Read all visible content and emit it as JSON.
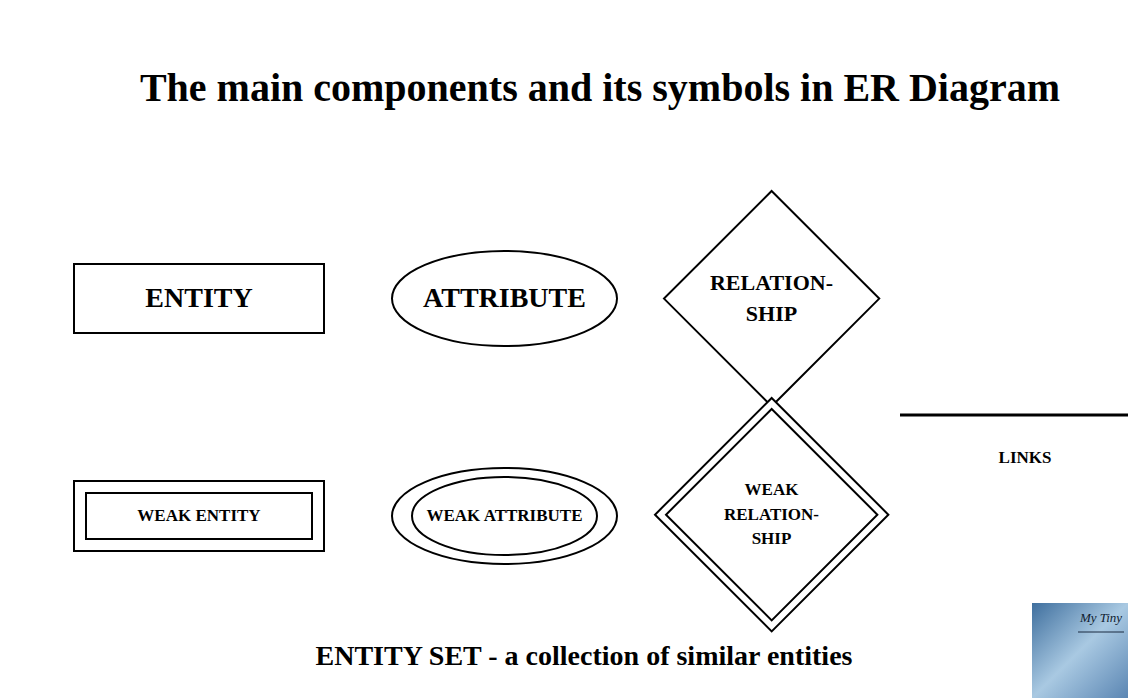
{
  "diagram": {
    "title": "The main components and its symbols in ER Diagram",
    "caption": "ENTITY SET - a collection of similar entities",
    "nodes": [
      {
        "text": [
          "ENTITY"
        ]
      },
      {
        "text": [
          "ATTRIBUTE"
        ]
      },
      {
        "text": [
          "RELATION- SHIP"
        ]
      },
      {
        "text": [
          "WEAK ENTITY"
        ]
      },
      {
        "text": [
          "WEAK ATTRIBUTE"
        ]
      },
      {
        "text": [
          "WEAK RELATION- SHIP"
        ]
      }
    ],
    "labels": [
      "LINKS",
      "My Tiny"
    ]
  }
}
